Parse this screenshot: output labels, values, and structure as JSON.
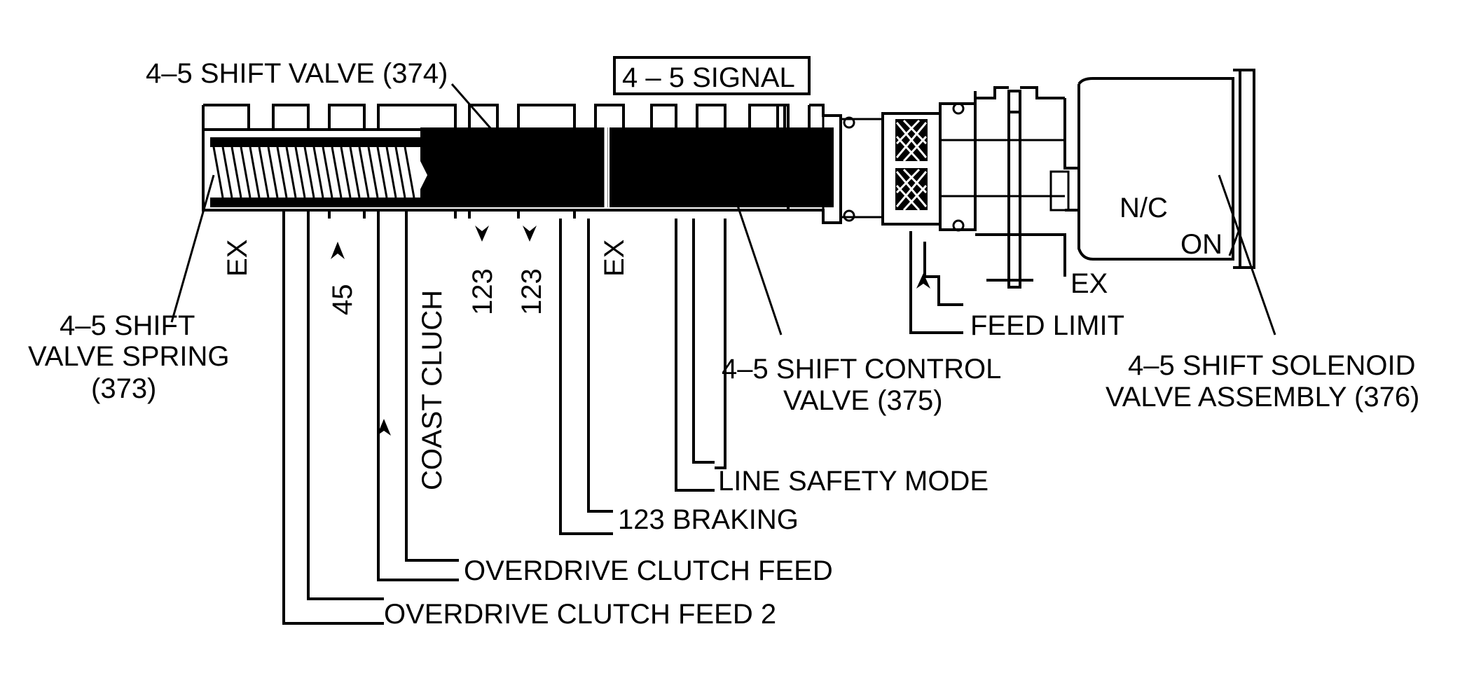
{
  "labels": {
    "shift_valve": "4–5 SHIFT VALVE (374)",
    "signal": "4 – 5 SIGNAL",
    "spring_line1": "4–5 SHIFT",
    "spring_line2": "VALVE SPRING",
    "spring_line3": "(373)",
    "ex_left": "EX",
    "port_45": "45",
    "coast_clutch": "COAST CLUCH",
    "port_123_a": "123",
    "port_123_b": "123",
    "ex_mid": "EX",
    "ex_right": "EX",
    "nc": "N/C",
    "on": "ON",
    "feed_limit": "FEED LIMIT",
    "control_valve_line1": "4–5 SHIFT CONTROL",
    "control_valve_line2": "VALVE (375)",
    "solenoid_line1": "4–5 SHIFT SOLENOID",
    "solenoid_line2": "VALVE ASSEMBLY (376)",
    "line_safety_mode": "LINE SAFETY MODE",
    "braking_123": "123 BRAKING",
    "overdrive_clutch_feed": "OVERDRIVE CLUTCH FEED",
    "overdrive_clutch_feed_2": "OVERDRIVE CLUTCH FEED 2"
  }
}
